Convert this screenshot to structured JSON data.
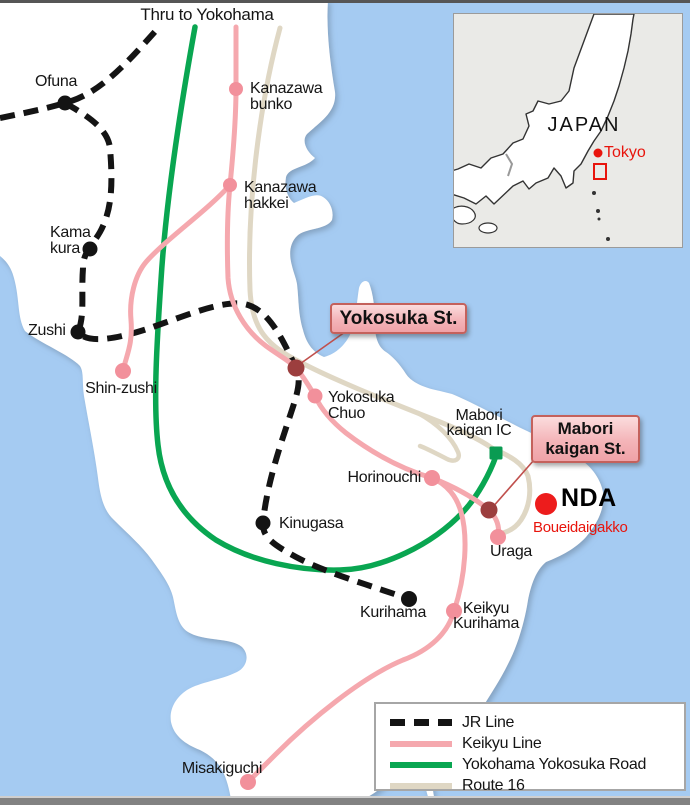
{
  "map_note": "Thru to Yokohama",
  "stations": {
    "ofuna": "Ofuna",
    "kamakura": "Kama\nkura",
    "zushi": "Zushi",
    "shin_zushi": "Shin-zushi",
    "kanazawa_bunko": "Kanazawa\nbunko",
    "kanazawa_hakkei": "Kanazawa\nhakkei",
    "yokosuka_chuo": "Yokosuka\nChuo",
    "horinouchi": "Horinouchi",
    "kinugasa": "Kinugasa",
    "uraga": "Uraga",
    "kurihama": "Kurihama",
    "keikyu_kurihama": "Keikyu\nKurihama",
    "misakiguchi": "Misakiguchi"
  },
  "callouts": {
    "yokosuka_st": "Yokosuka St.",
    "mabori_kaigan_st": "Mabori\nkaigan St."
  },
  "poi": {
    "mabori_kaigan_ic": "Mabori\nkaigan IC",
    "nda": "NDA",
    "nda_subtitle": "Boueidaigakko"
  },
  "inset": {
    "country": "JAPAN",
    "city": "Tokyo"
  },
  "legend": {
    "items": [
      {
        "label": "JR Line",
        "type": "jr",
        "color": "#141414",
        "style": "dashed"
      },
      {
        "label": "Keikyu Line",
        "type": "keikyu",
        "color": "#F5A8AE",
        "style": "solid"
      },
      {
        "label": "Yokohama Yokosuka Road",
        "type": "road",
        "color": "#09A651",
        "style": "solid"
      },
      {
        "label": "Route 16",
        "type": "route16",
        "color": "#DFD7C4",
        "style": "solid"
      }
    ]
  },
  "colors": {
    "water": "#A5CBF2",
    "land": "#FFFFFF",
    "jr_line": "#141414",
    "keikyu_line": "#F5A8AE",
    "yokohama_yokosuka_road": "#09A651",
    "route16": "#DFD7C4",
    "station_dot_pink": "#F2909B",
    "station_dot_black": "#131313",
    "interchange_dot_darkred": "#9C3E3E",
    "nda_red": "#ED1C1C",
    "callout_border": "#C4615C"
  }
}
